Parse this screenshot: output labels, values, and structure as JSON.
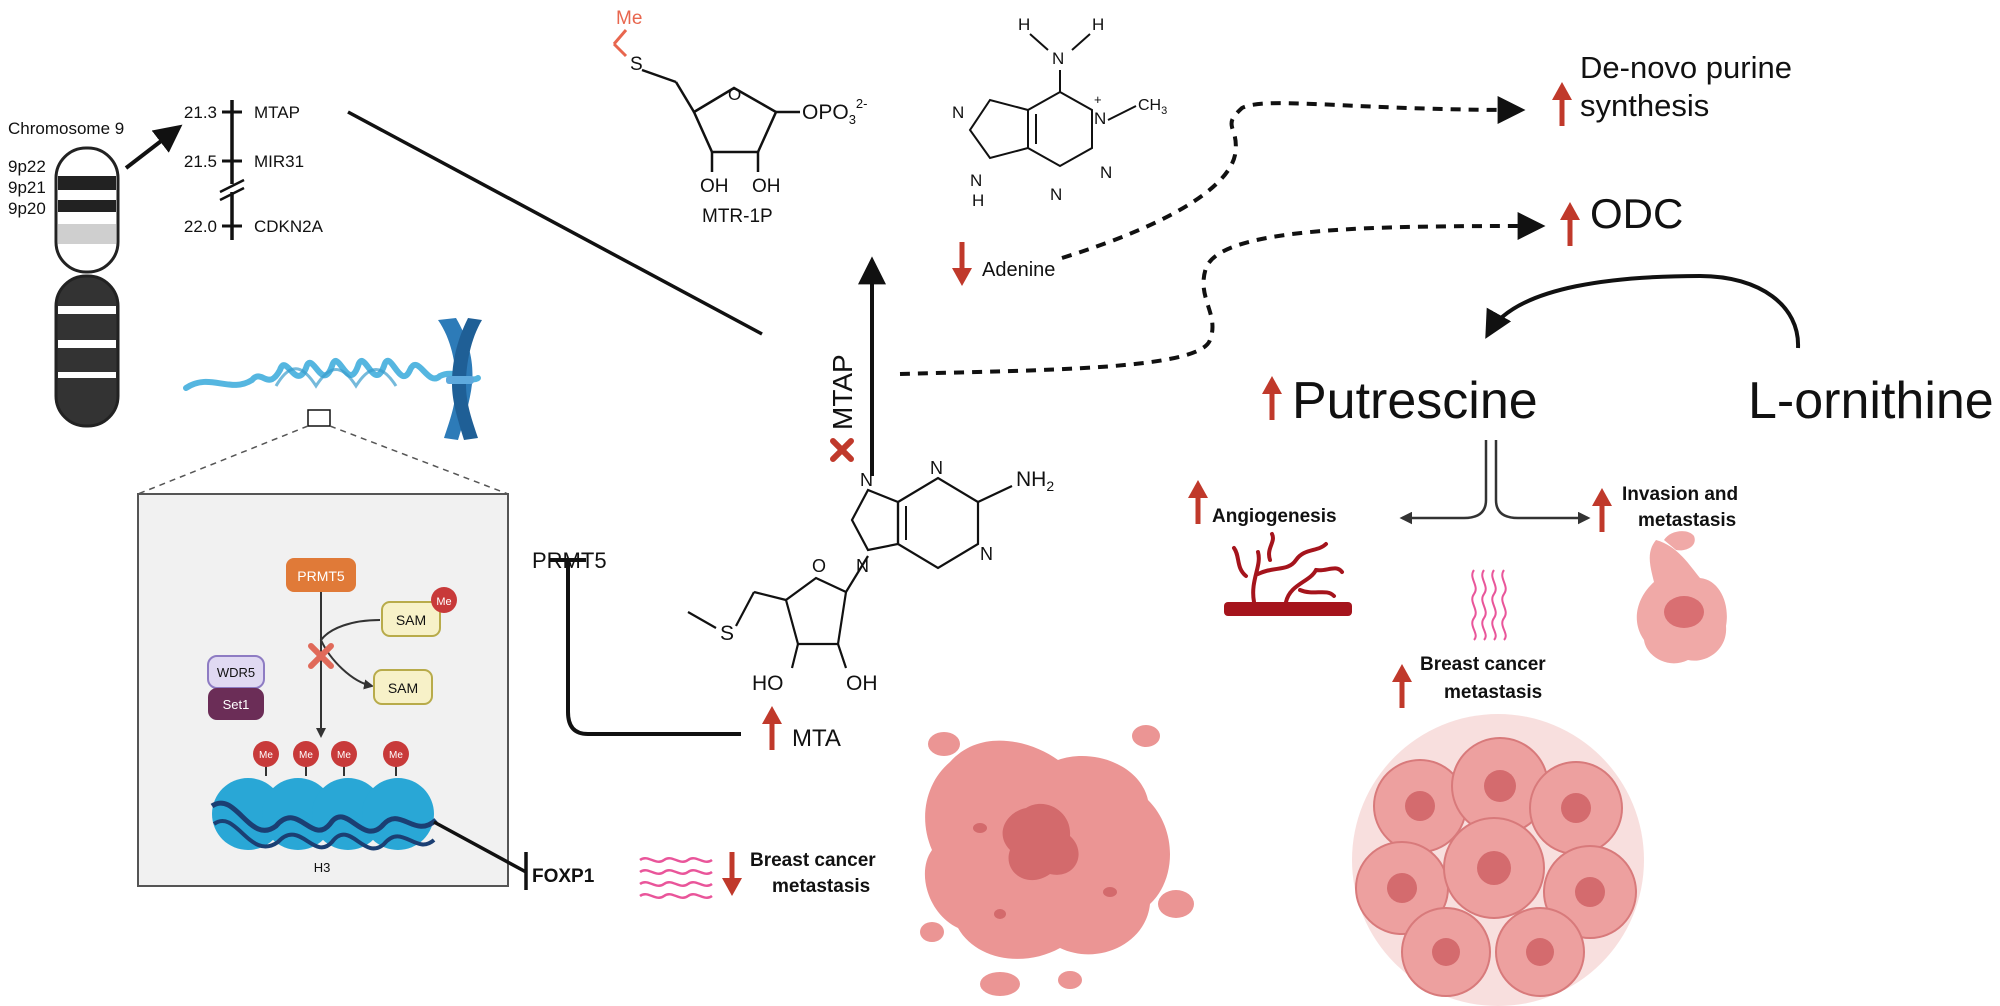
{
  "chromosome": {
    "label": "Chromosome 9",
    "bands": [
      "9p22",
      "9p21",
      "9p20"
    ],
    "loci": [
      {
        "position": "21.3",
        "gene": "MTAP"
      },
      {
        "position": "21.5",
        "gene": "MIR31"
      },
      {
        "position": "22.0",
        "gene": "CDKN2A"
      }
    ]
  },
  "inset": {
    "prmt5": "PRMT5",
    "sam_me": "SAM",
    "me": "Me",
    "sam": "SAM",
    "wdr5": "WDR5",
    "set1": "Set1",
    "h3": "H3",
    "foxp1": "FOXP1"
  },
  "center": {
    "mtr_me": "Me",
    "mtr_s": "S",
    "mtr_opo3": "OPO",
    "mtr_opo3_sub": "3",
    "mtr_opo3_sup": "2-",
    "oh1": "OH",
    "oh2": "OH",
    "mtr_label": "MTR-1P",
    "adn_h1": "H",
    "adn_h2": "H",
    "adn_n_top": "N",
    "adn_n_plus": "N",
    "adn_plus": "+",
    "adn_ch3": "CH",
    "adn_ch3_sub": "3",
    "adn_n1": "N",
    "adn_n2": "N",
    "adn_n3": "N",
    "adn_nh": "N",
    "adn_h_bot": "H",
    "adenine": "Adenine",
    "mtap": "MTAP",
    "prmt5": "PRMT5",
    "mta_n1": "N",
    "mta_n2": "N",
    "mta_n3": "N",
    "mta_n4": "N",
    "mta_nh2": "NH",
    "mta_nh2_sub": "2",
    "mta_s": "S",
    "mta_o": "O",
    "mta_ho": "HO",
    "mta_oh": "OH",
    "mta": "MTA",
    "breast_left_1": "Breast cancer",
    "breast_left_2": "metastasis"
  },
  "right": {
    "purine_1": "De-novo purine",
    "purine_2": "synthesis",
    "odc": "ODC",
    "putrescine": "Putrescine",
    "ornithine": "L-ornithine",
    "angiogenesis": "Angiogenesis",
    "invasion_1": "Invasion and",
    "invasion_2": "metastasis",
    "breast_1": "Breast cancer",
    "breast_2": "metastasis"
  },
  "colors": {
    "up_arrow": "#c0392b",
    "me_red": "#e86a5a",
    "prmt5_orange": "#e07a38",
    "sam_fill": "#f7f1c8",
    "wdr5_fill": "#e0d9f2",
    "set1_fill": "#6b2d57",
    "nucleosome": "#29a7d6",
    "tumor_fill": "#eb9594",
    "tumor_dark": "#d36a6c",
    "dna_blue": "#55b6e0",
    "chromosome_blue": "#2d7bb8"
  }
}
